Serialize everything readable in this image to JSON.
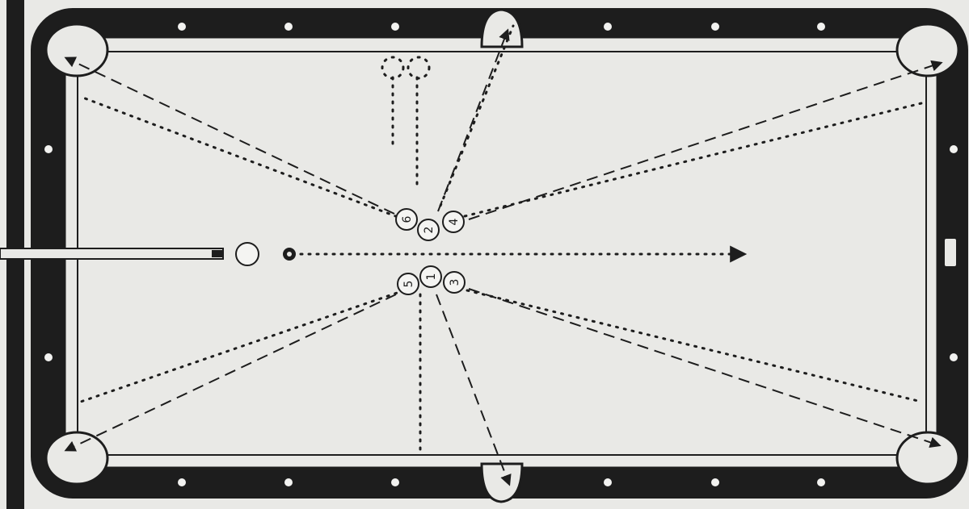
{
  "colors": {
    "rail": "#1d1d1d",
    "felt": "#e9e9e6",
    "line": "#1d1d1d",
    "ball_fill": "#f4f4f2"
  },
  "balls": [
    {
      "label": "6"
    },
    {
      "label": "2"
    },
    {
      "label": "4"
    },
    {
      "label": "5"
    },
    {
      "label": "1"
    },
    {
      "label": "3"
    }
  ],
  "icons": [
    "cue-stick-icon",
    "cue-ball-icon",
    "dot-ball-icon",
    "pocket-icon",
    "diamond-icon"
  ]
}
